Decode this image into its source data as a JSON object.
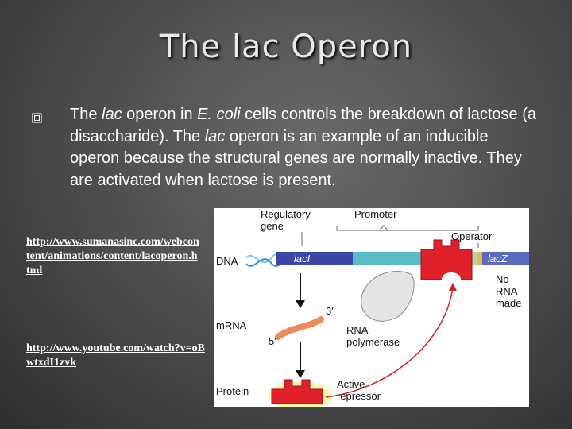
{
  "slide": {
    "title": "The lac Operon",
    "text": {
      "p1": "The ",
      "i1": "lac",
      "p2": " operon in ",
      "i2": "E. coli",
      "p3": " cells controls the breakdown of lactose (a disaccharide).  The ",
      "i3": "lac",
      "p4": " operon is an example of an inducible operon because the structural genes are normally inactive. They are activated when lactose is present."
    },
    "links": [
      "http://www.sumanasinc.com/webcontent/animations/content/lacoperon.html",
      "http://www.youtube.com/watch?v=oBwtxdI1zvk"
    ]
  },
  "diagram": {
    "labels": {
      "regulatory_gene": "Regulatory gene",
      "promoter": "Promoter",
      "operator": "Operator",
      "dna": "DNA",
      "laci": "lacI",
      "lacz": "lacZ",
      "no_rna_made": "No RNA made",
      "three_prime": "3′",
      "five_prime": "5′",
      "mrna": "mRNA",
      "rna_polymerase": "RNA polymerase",
      "protein": "Protein",
      "active_repressor": "Active repressor"
    },
    "colors": {
      "laci": "#3c46a8",
      "promoter": "#5bbcc8",
      "promoter2": "#a8d8b0",
      "operator": "#f3b24a",
      "lacz": "#5a6ac0",
      "repressor": "#e0202a",
      "mrna": "#f08a5a",
      "arrow": "#d42020"
    }
  }
}
